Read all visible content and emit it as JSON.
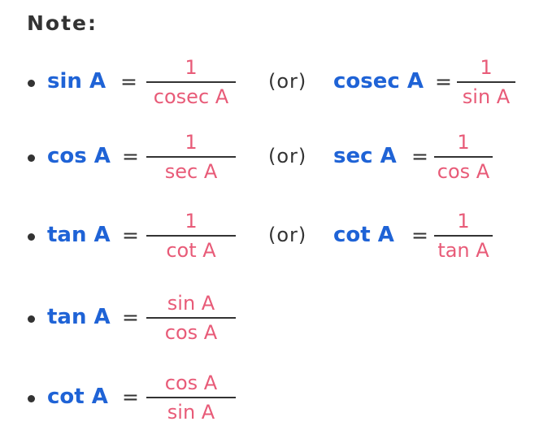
{
  "title": "Note:",
  "rows": [
    {
      "lhs": "sin A",
      "eq": "=",
      "num": "1",
      "den": "cosec A",
      "or": "(or)",
      "rhs_lhs": "cosec A",
      "rhs_eq": "=",
      "rhs_num": "1",
      "rhs_den": "sin A"
    },
    {
      "lhs": "cos A",
      "eq": "=",
      "num": "1",
      "den": "sec A",
      "or": "(or)",
      "rhs_lhs": "sec A",
      "rhs_eq": "=",
      "rhs_num": "1",
      "rhs_den": "cos A"
    },
    {
      "lhs": "tan A",
      "eq": "=",
      "num": "1",
      "den": "cot A",
      "or": "(or)",
      "rhs_lhs": "cot A",
      "rhs_eq": "=",
      "rhs_num": "1",
      "rhs_den": "tan A"
    },
    {
      "lhs": "tan A",
      "eq": "=",
      "num": "sin A",
      "den": "cos A"
    },
    {
      "lhs": "cot A",
      "eq": "=",
      "num": "cos A",
      "den": "sin A"
    }
  ]
}
